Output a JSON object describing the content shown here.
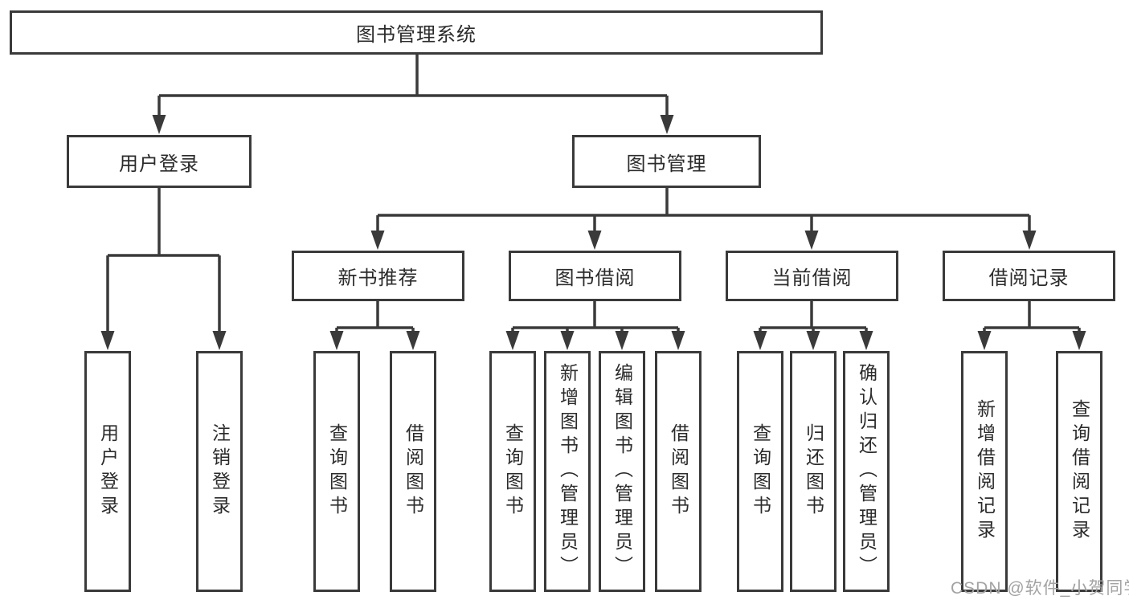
{
  "diagram": {
    "tree": {
      "label": "图书管理系统",
      "children": [
        {
          "label": "用户登录",
          "children": [
            {
              "label": "用户登录"
            },
            {
              "label": "注销登录"
            }
          ]
        },
        {
          "label": "图书管理",
          "children": [
            {
              "label": "新书推荐",
              "children": [
                {
                  "label": "查询图书"
                },
                {
                  "label": "借阅图书"
                }
              ]
            },
            {
              "label": "图书借阅",
              "children": [
                {
                  "label": "查询图书"
                },
                {
                  "label": "新增图书（管理员）"
                },
                {
                  "label": "编辑图书（管理员）"
                },
                {
                  "label": "借阅图书"
                }
              ]
            },
            {
              "label": "当前借阅",
              "children": [
                {
                  "label": "查询图书"
                },
                {
                  "label": "归还图书"
                },
                {
                  "label": "确认归还（管理员）"
                }
              ]
            },
            {
              "label": "借阅记录",
              "children": [
                {
                  "label": "新增借阅记录"
                },
                {
                  "label": "查询借阅记录"
                }
              ]
            }
          ]
        }
      ]
    },
    "line_color": "#3a3a3a",
    "text_color": "#2b2b2b"
  },
  "watermark": {
    "text": "CSDN @软件_小贺同学",
    "color": "#a3a3a3"
  }
}
